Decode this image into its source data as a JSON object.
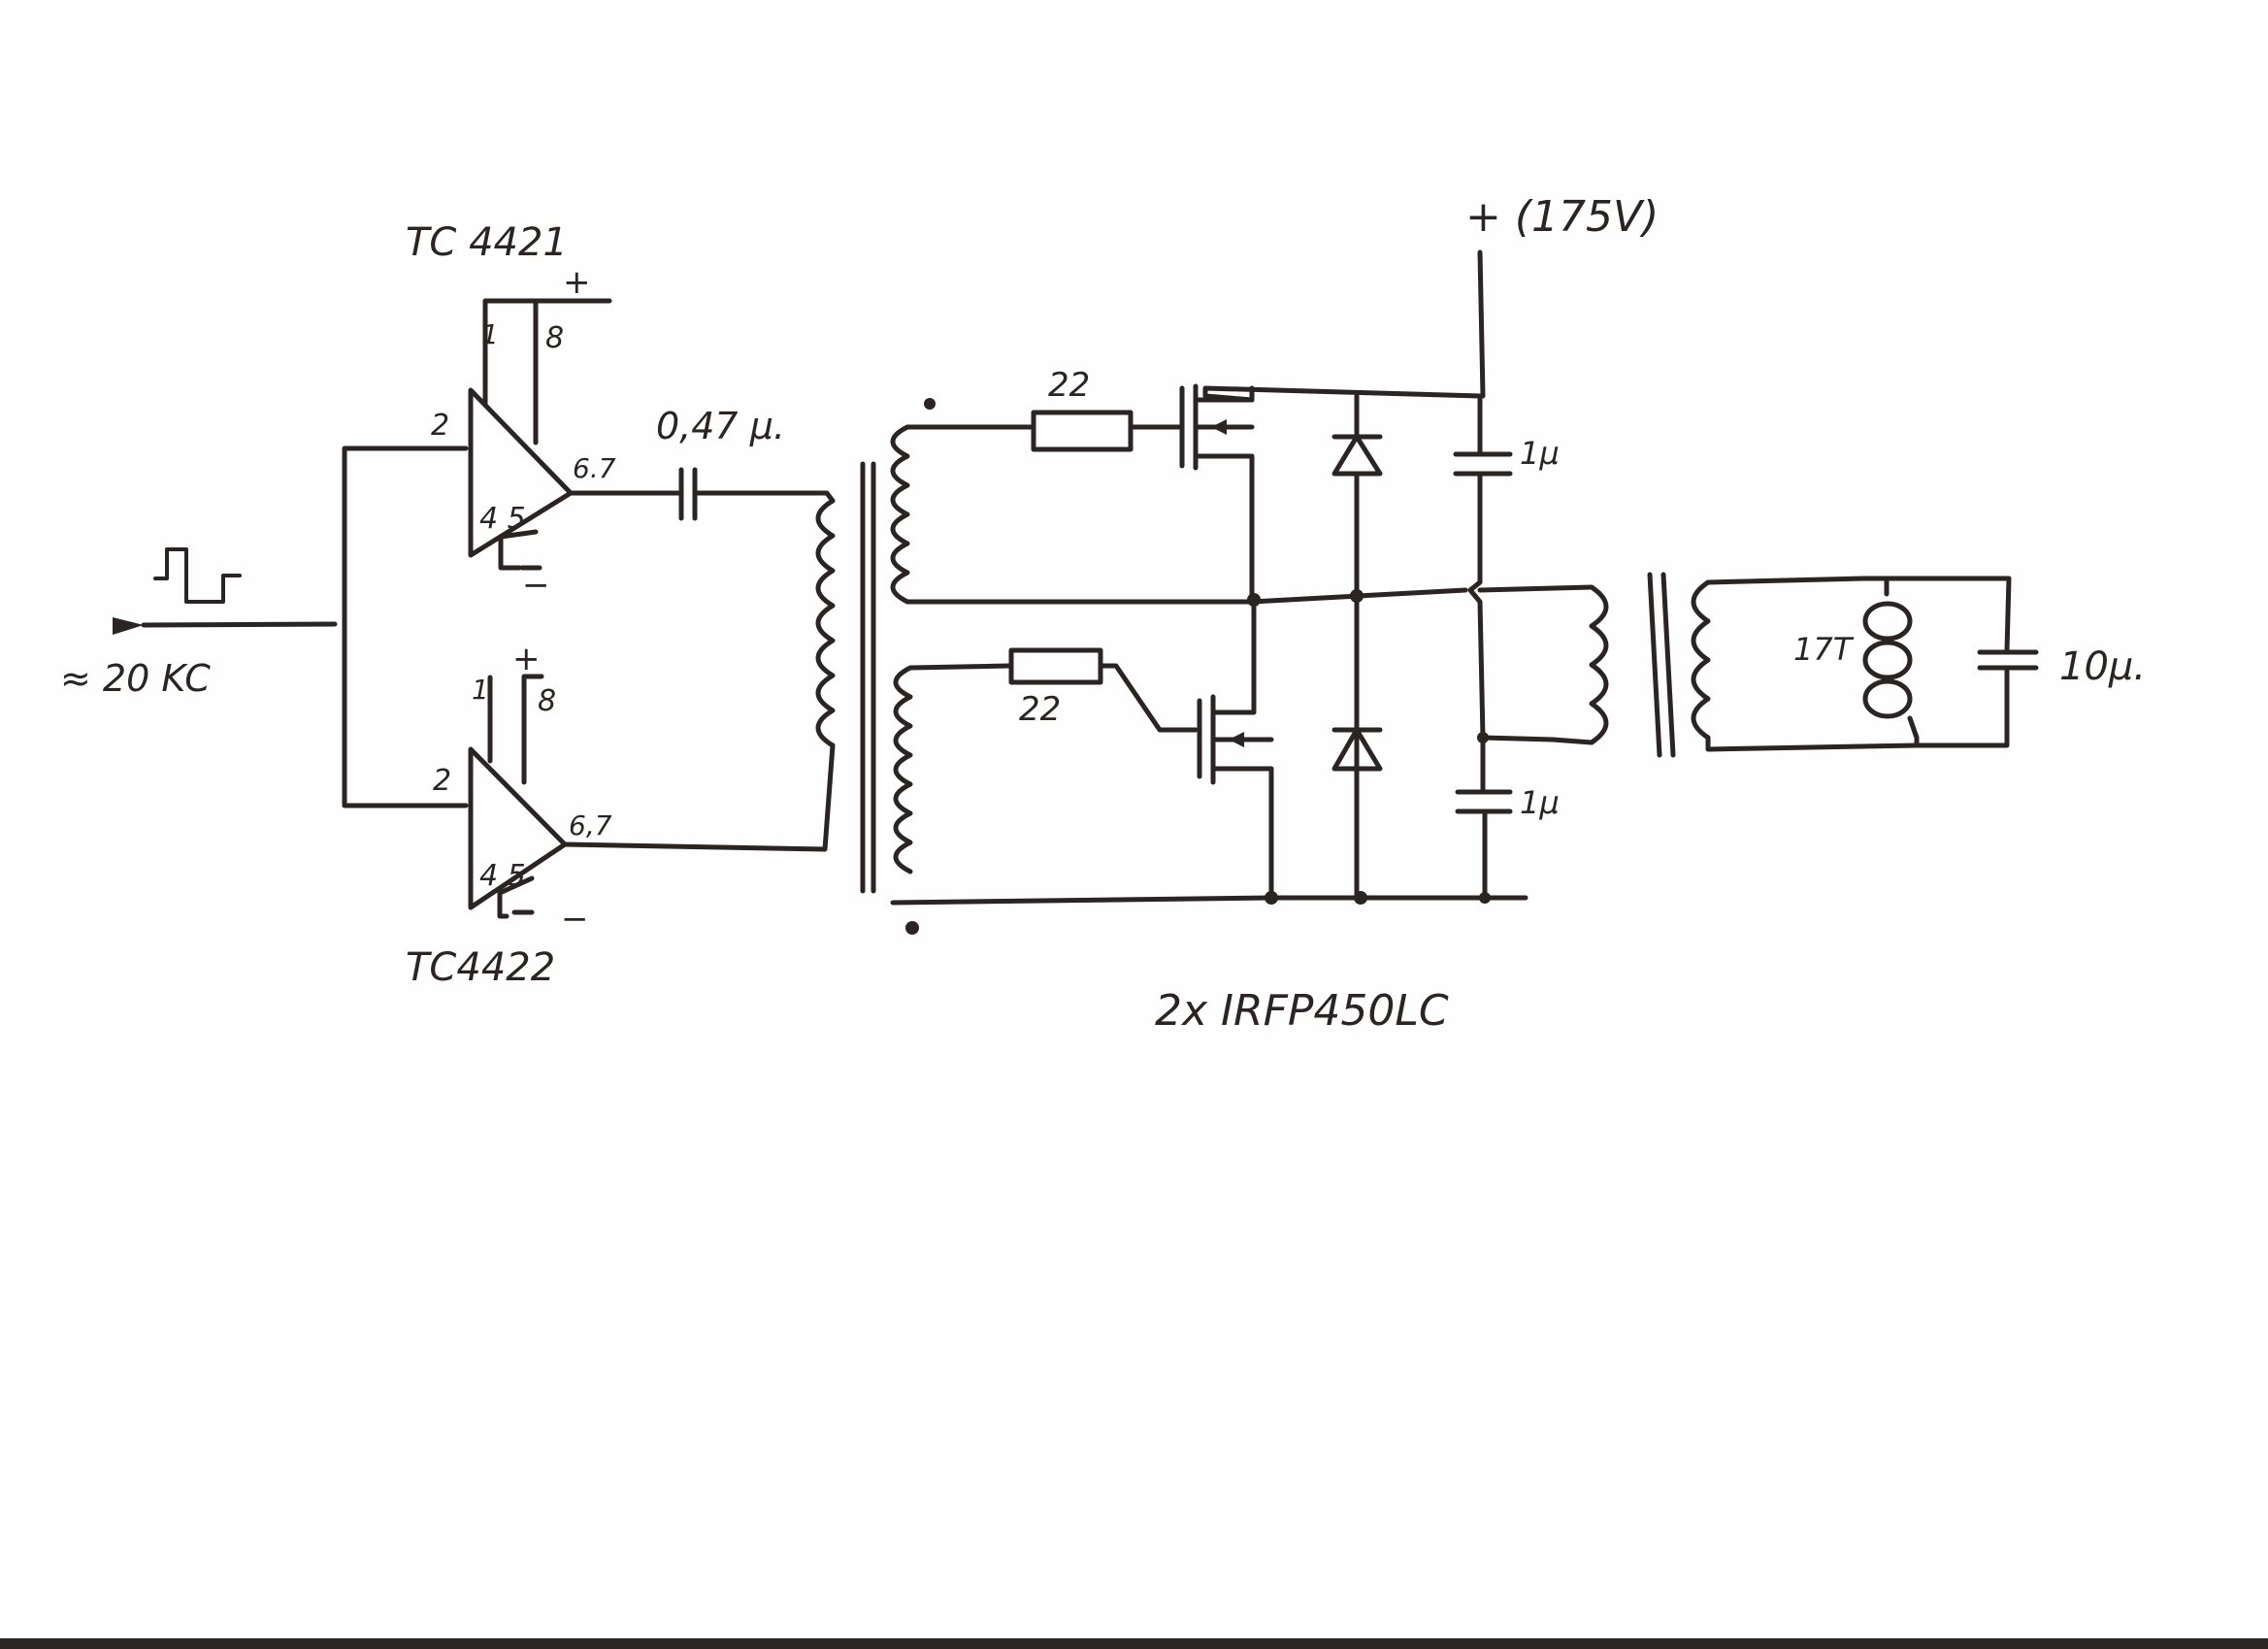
{
  "labels": {
    "driver_top": "TC 4421",
    "driver_bottom": "TC4422",
    "input_signal": "≈ 20 KC",
    "coupling_cap": "0,47 μ.",
    "gate_res_top": "22",
    "gate_res_bottom": "22",
    "supply": "+ (175V)",
    "cap_top": "1μ",
    "cap_bottom": "1μ",
    "work_coil": "17T",
    "tank_cap": "10μ.",
    "mosfets": "2x IRFP450LC",
    "pins_top": {
      "p1": "1",
      "p8": "8",
      "p2": "2",
      "p45": "4 5",
      "p67": "6.7",
      "plus": "+",
      "minus": "−"
    },
    "pins_bottom": {
      "p1": "1",
      "p8": "8",
      "p2": "2",
      "p45": "4 5",
      "p67": "6,7",
      "plus": "+",
      "minus": "−"
    }
  },
  "colors": {
    "ink": "#2a2422",
    "paper": "#fefefe"
  }
}
